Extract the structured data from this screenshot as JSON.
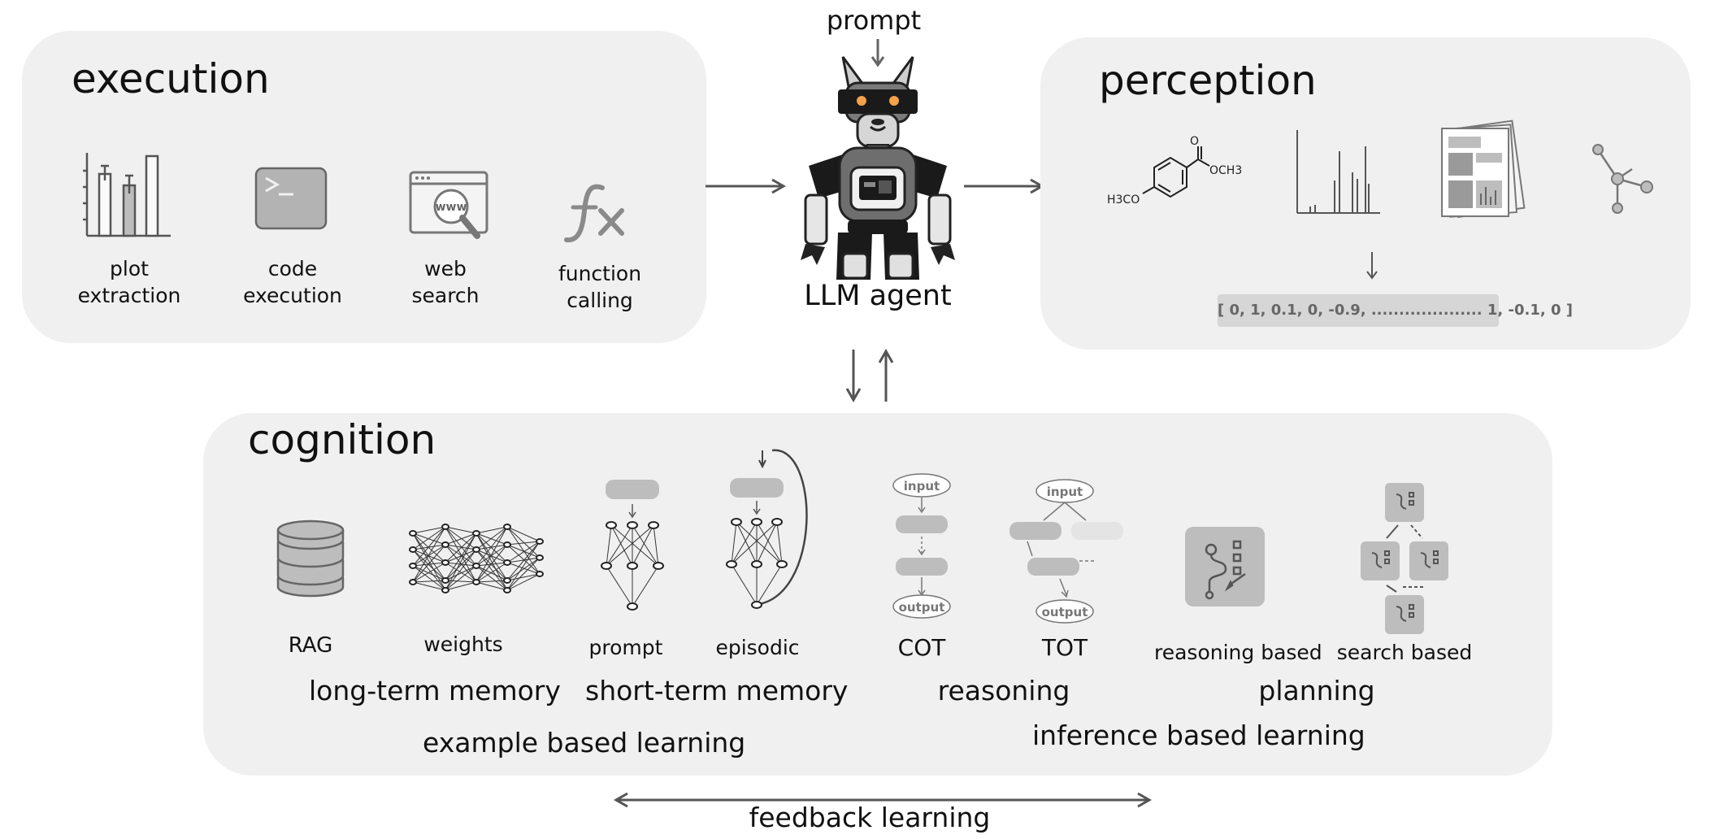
{
  "prompt_label": "prompt",
  "agent_label": "LLM agent",
  "execution": {
    "title": "execution",
    "tools": [
      {
        "label_line1": "plot",
        "label_line2": "extraction"
      },
      {
        "label_line1": "code",
        "label_line2": "execution"
      },
      {
        "label_line1": "web",
        "label_line2": "search"
      },
      {
        "label_line1": "function",
        "label_line2": "calling"
      }
    ],
    "web_icon_text": "www"
  },
  "perception": {
    "title": "perception",
    "molecule_left": "H3CO",
    "molecule_right": "OCH3",
    "molecule_top": "O",
    "vector": "[ 0, 1, 0.1, 0, -0.9, .................... 1, -0.1, 0 ]"
  },
  "cognition": {
    "title": "cognition",
    "items": [
      "RAG",
      "weights",
      "prompt",
      "episodic",
      "COT",
      "TOT",
      "reasoning based",
      "search based"
    ],
    "cot_input": "input",
    "cot_output": "output",
    "tot_input": "input",
    "tot_output": "output",
    "groups": [
      "long-term memory",
      "short-term memory",
      "reasoning",
      "planning"
    ],
    "learning": [
      "example based learning",
      "inference based learning"
    ]
  },
  "feedback_label": "feedback learning"
}
